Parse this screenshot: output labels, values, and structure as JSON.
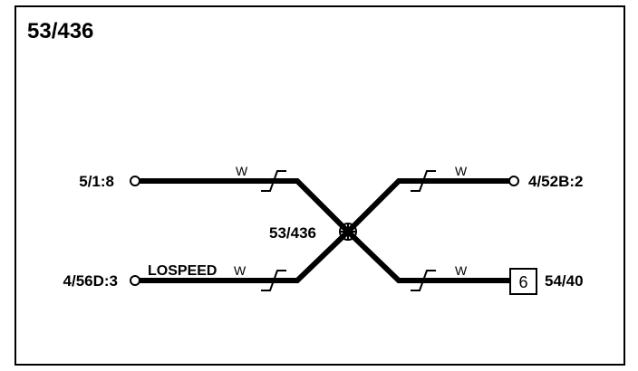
{
  "title": "53/436",
  "splice": {
    "label": "53/436"
  },
  "wires": {
    "left_top": {
      "terminal": "5/1:8",
      "wire_label": "W"
    },
    "left_bottom": {
      "terminal": "4/56D:3",
      "wire_label": "W",
      "note": "LOSPEED"
    },
    "right_top": {
      "terminal": "4/52B:2",
      "wire_label": "W"
    },
    "right_bottom": {
      "terminal": "54/40",
      "wire_label": "W",
      "connector_number": "6"
    }
  },
  "colors": {
    "line": "#000000",
    "background": "#ffffff"
  }
}
